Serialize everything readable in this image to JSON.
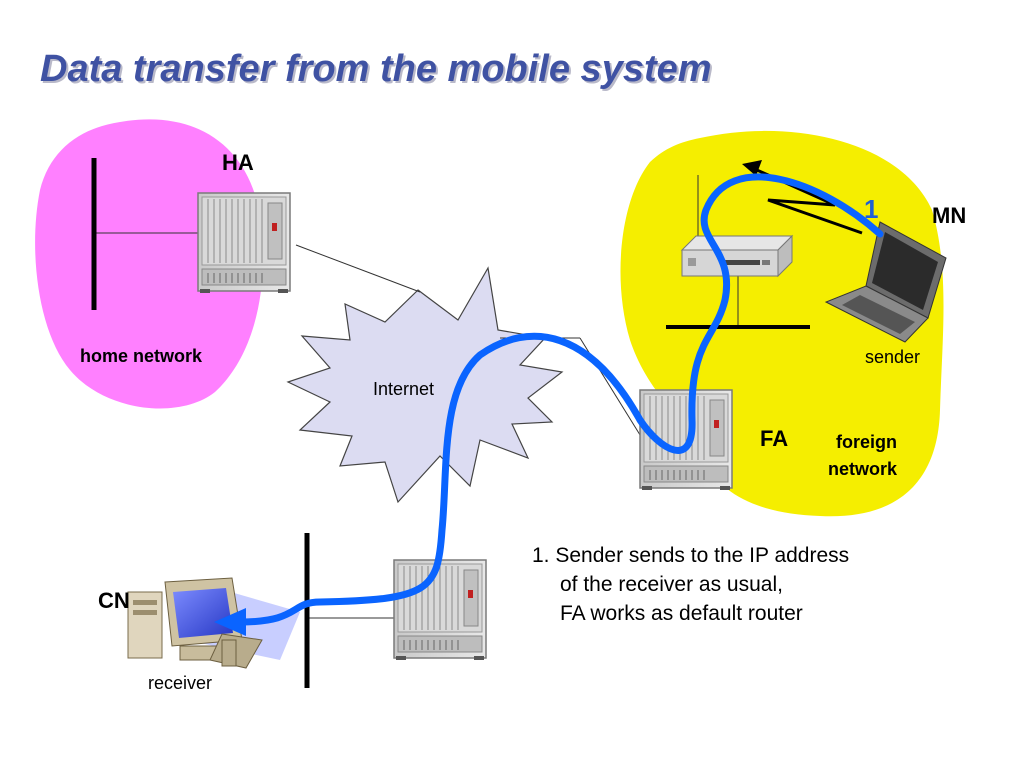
{
  "slide": {
    "title": "Data transfer from the mobile system"
  },
  "nodes": {
    "ha_label": "HA",
    "mn_label": "MN",
    "fa_label": "FA",
    "cn_label": "CN",
    "home_network_label": "home network",
    "foreign_network_line1": "foreign",
    "foreign_network_line2": "network",
    "internet_label": "Internet",
    "sender_label": "sender",
    "receiver_label": "receiver"
  },
  "step": {
    "number": "1",
    "note_line1": "1. Sender sends to the IP address",
    "note_line2": "of the receiver as usual,",
    "note_line3": "FA works as default router"
  },
  "colors": {
    "home_network_fill": "#ff80ff",
    "foreign_network_fill": "#f5ee00",
    "internet_fill": "#dcdcf2",
    "path_color": "#0a64ff",
    "title_color": "#3f52a3",
    "step_number_color": "#1f5fd6"
  },
  "icons": [
    "router-ha-icon",
    "router-fa-icon",
    "router-cn-icon",
    "server-icon",
    "laptop-icon",
    "desktop-computer-icon"
  ]
}
